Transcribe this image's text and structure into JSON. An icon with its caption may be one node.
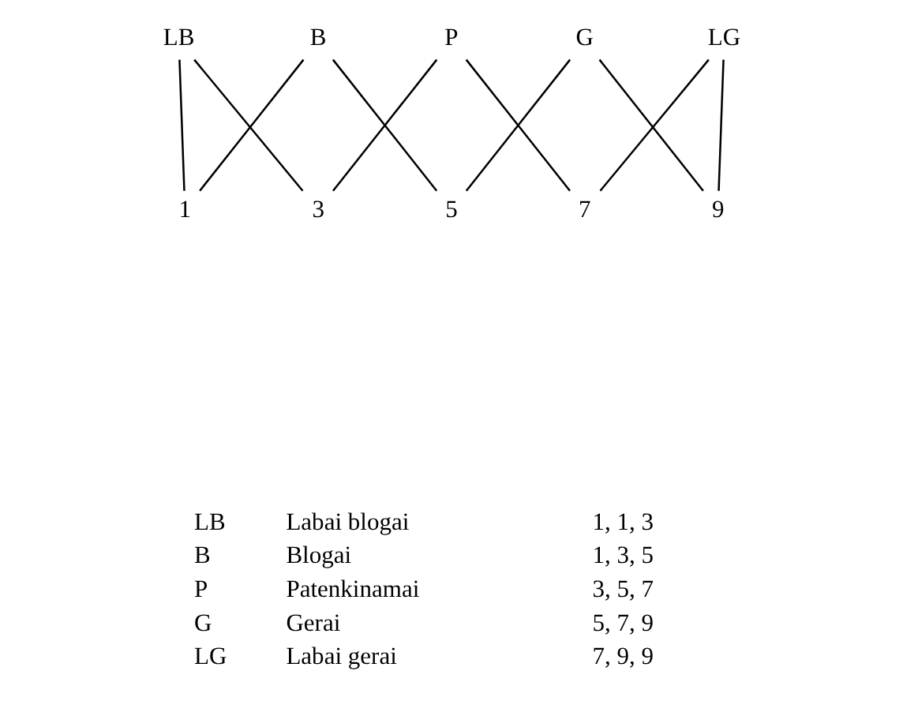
{
  "diagram": {
    "nodes": [
      {
        "text": [
          "LB"
        ]
      },
      {
        "text": [
          "B"
        ]
      },
      {
        "text": [
          "P"
        ]
      },
      {
        "text": [
          "G"
        ]
      },
      {
        "text": [
          "LG"
        ]
      },
      {
        "text": [
          "1"
        ]
      },
      {
        "text": [
          "3"
        ]
      },
      {
        "text": [
          "5"
        ]
      },
      {
        "text": [
          "7"
        ]
      },
      {
        "text": [
          "9"
        ]
      }
    ],
    "edges": [
      {
        "from": 0,
        "to": 5,
        "arrow": "none"
      },
      {
        "from": 0,
        "to": 6,
        "arrow": "none"
      },
      {
        "from": 1,
        "to": 5,
        "arrow": "none"
      },
      {
        "from": 1,
        "to": 7,
        "arrow": "none"
      },
      {
        "from": 2,
        "to": 6,
        "arrow": "none"
      },
      {
        "from": 2,
        "to": 8,
        "arrow": "none"
      },
      {
        "from": 3,
        "to": 7,
        "arrow": "none"
      },
      {
        "from": 3,
        "to": 9,
        "arrow": "none"
      },
      {
        "from": 4,
        "to": 8,
        "arrow": "none"
      },
      {
        "from": 4,
        "to": 9,
        "arrow": "none"
      }
    ],
    "labels": [
      "LB",
      "Labai blogai",
      "1, 1, 3",
      "B",
      "Blogai",
      "1, 3, 5",
      "P",
      "Patenkinamai",
      "3, 5, 7",
      "G",
      "Gerai",
      "5, 7, 9",
      "LG",
      "Labai gerai",
      "7, 9, 9"
    ]
  }
}
